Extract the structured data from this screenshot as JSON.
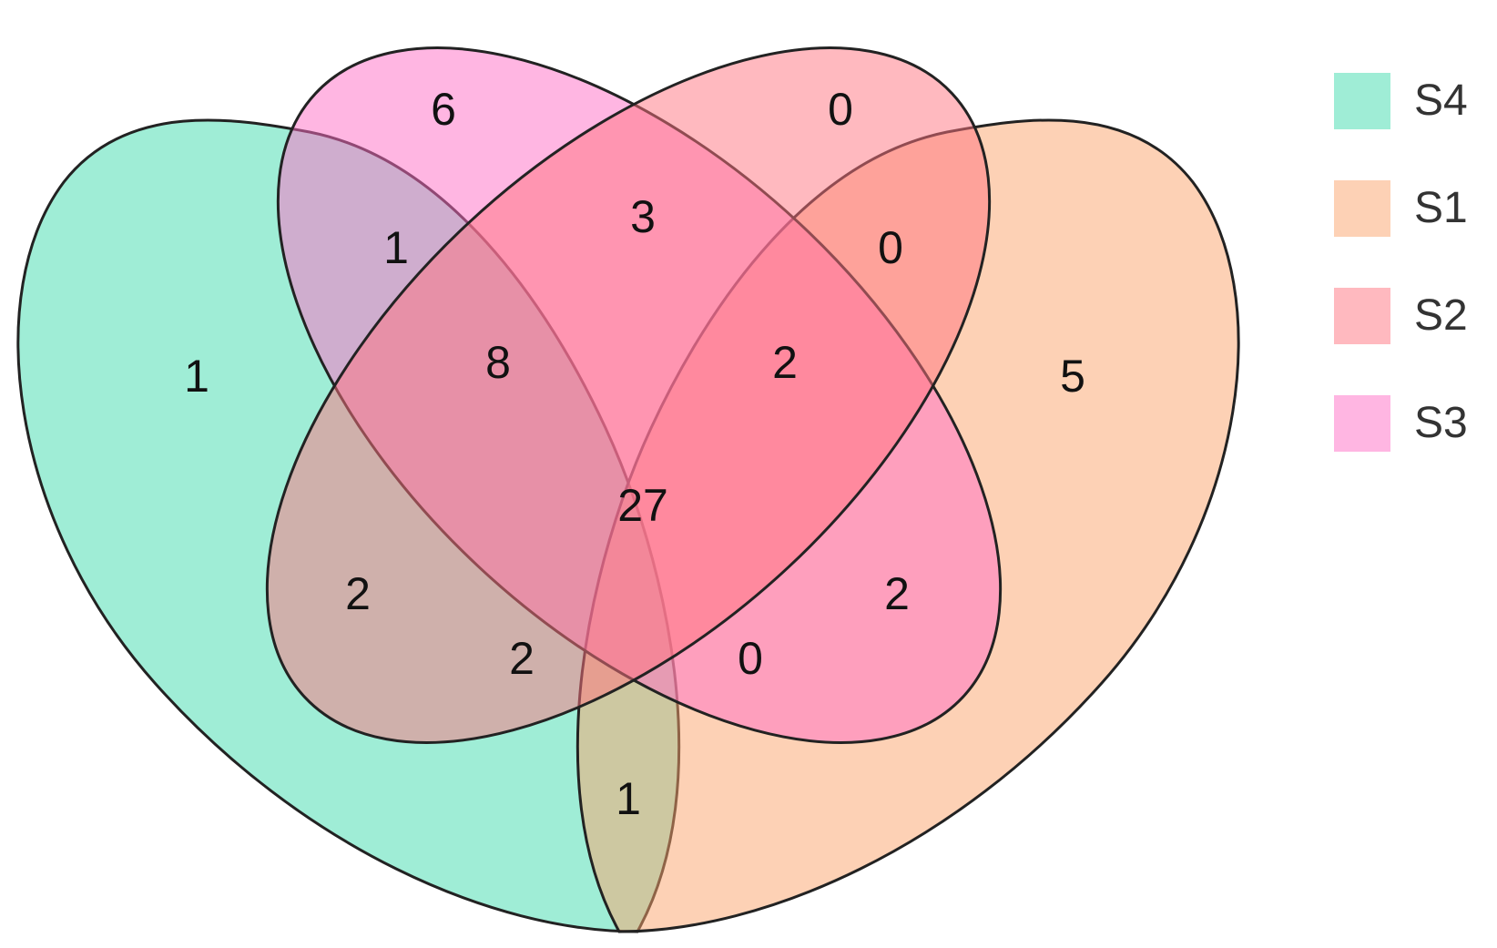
{
  "sets": [
    {
      "key": "S4",
      "label": "S4",
      "color": "#40DBAE"
    },
    {
      "key": "S1",
      "label": "S1",
      "color": "#FCA36B"
    },
    {
      "key": "S2",
      "label": "S2",
      "color": "#FF737F"
    },
    {
      "key": "S3",
      "label": "S3",
      "color": "#FF6DC6"
    }
  ],
  "regions": [
    {
      "sets": [
        "S3"
      ],
      "count": "6"
    },
    {
      "sets": [
        "S2"
      ],
      "count": "0"
    },
    {
      "sets": [
        "S3",
        "S4"
      ],
      "count": "1"
    },
    {
      "sets": [
        "S2",
        "S3"
      ],
      "count": "3"
    },
    {
      "sets": [
        "S1",
        "S2"
      ],
      "count": "0"
    },
    {
      "sets": [
        "S4"
      ],
      "count": "1"
    },
    {
      "sets": [
        "S2",
        "S3",
        "S4"
      ],
      "count": "8"
    },
    {
      "sets": [
        "S1",
        "S2",
        "S3"
      ],
      "count": "2"
    },
    {
      "sets": [
        "S1"
      ],
      "count": "5"
    },
    {
      "sets": [
        "S1",
        "S2",
        "S3",
        "S4"
      ],
      "count": "27"
    },
    {
      "sets": [
        "S2",
        "S4"
      ],
      "count": "2"
    },
    {
      "sets": [
        "S1",
        "S3"
      ],
      "count": "2"
    },
    {
      "sets": [
        "S1",
        "S2",
        "S4"
      ],
      "count": "2"
    },
    {
      "sets": [
        "S1",
        "S3",
        "S4"
      ],
      "count": "0"
    },
    {
      "sets": [
        "S1",
        "S4"
      ],
      "count": "1"
    }
  ]
}
